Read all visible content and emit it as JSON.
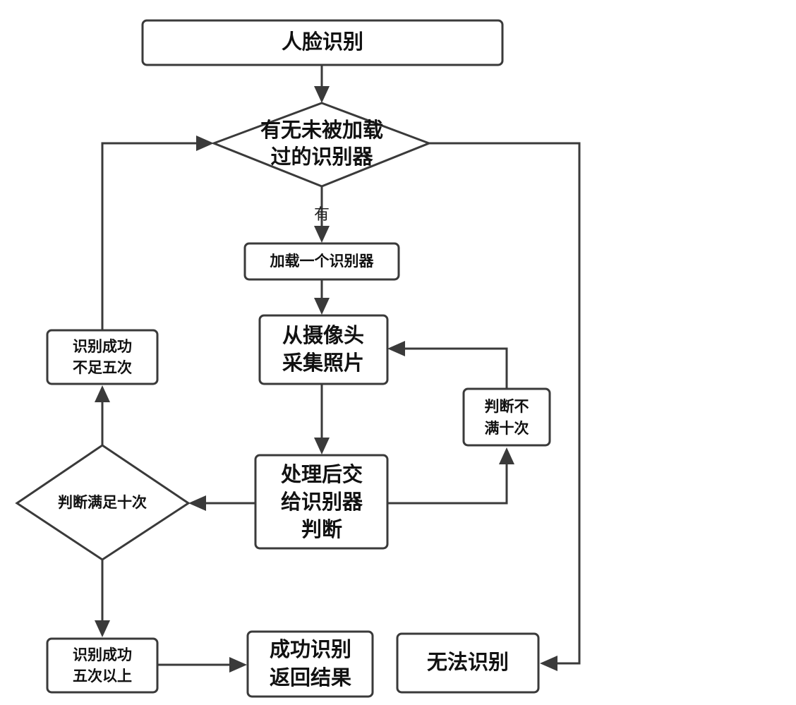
{
  "nodes": {
    "face_recognition": "人脸识别",
    "unloaded_check": [
      "有无未被加载",
      "过的识别器"
    ],
    "load_one": "加载一个识别器",
    "capture": [
      "从摄像头",
      "采集照片"
    ],
    "process": [
      "处理后交",
      "给识别器",
      "判断"
    ],
    "judge_lt_ten": [
      "判断不",
      "满十次"
    ],
    "judge_ten": "判断满足十次",
    "success_lt_five": [
      "识别成功",
      "不足五次"
    ],
    "success_ge_five": [
      "识别成功",
      "五次以上"
    ],
    "return_result": [
      "成功识别",
      "返回结果"
    ],
    "cannot_recognize": "无法识别"
  },
  "edge_labels": {
    "has": "有"
  },
  "colors": {
    "stroke": "#3a3a3a",
    "text": "#111111",
    "background": "#ffffff"
  }
}
